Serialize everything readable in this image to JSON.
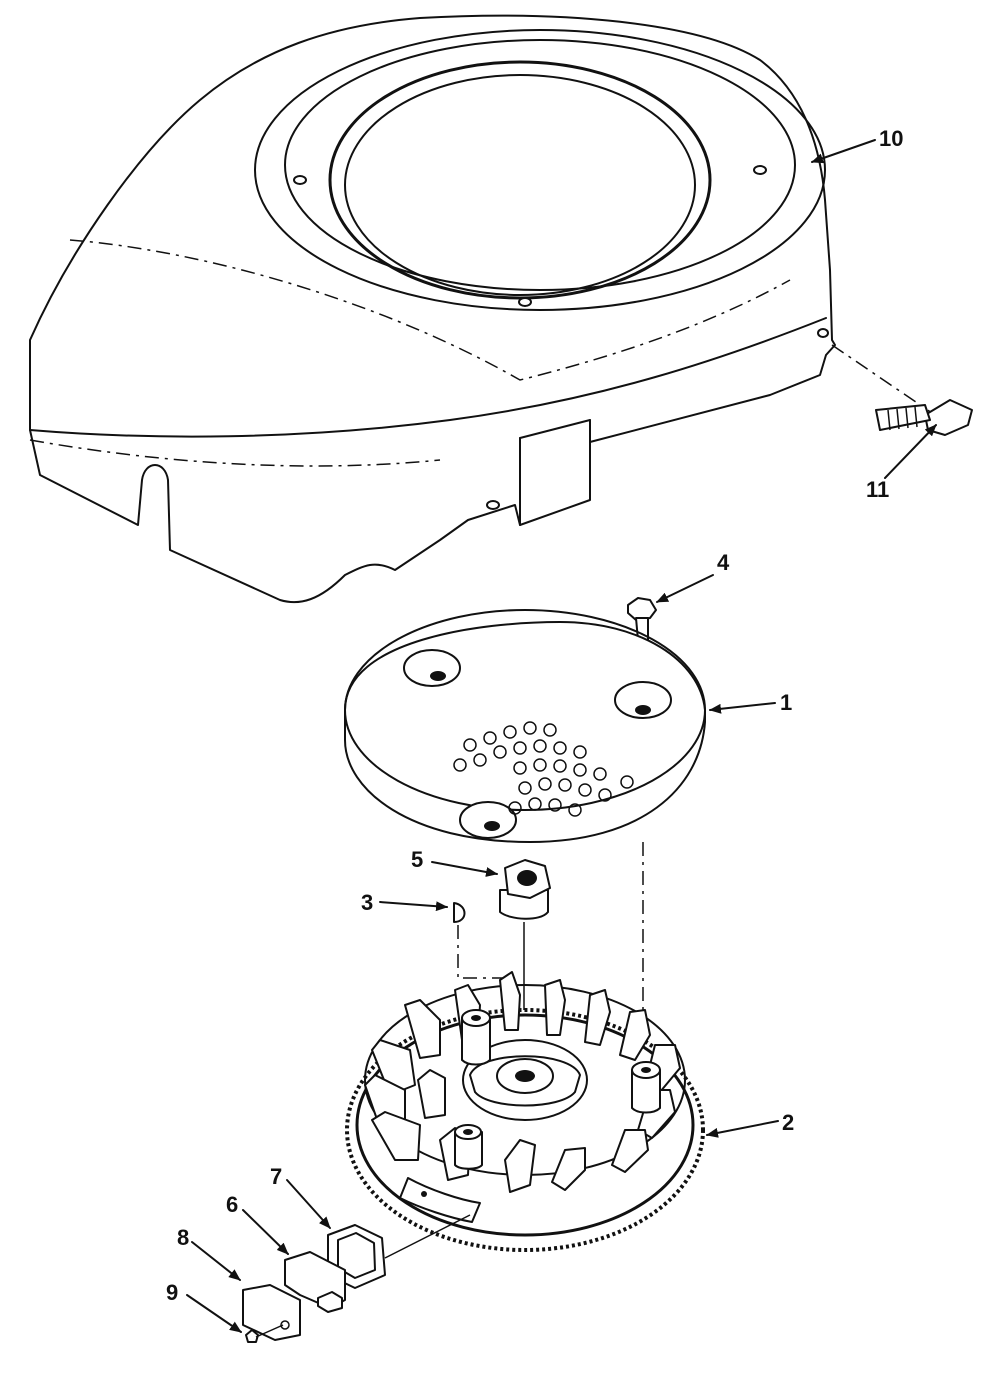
{
  "callouts": {
    "p1": "1",
    "p2": "2",
    "p3": "3",
    "p4": "4",
    "p5": "5",
    "p6": "6",
    "p7": "7",
    "p8": "8",
    "p9": "9",
    "p10": "10",
    "p11": "11"
  },
  "parts": [
    {
      "callout": "10",
      "icon": "blower-housing"
    },
    {
      "callout": "11",
      "icon": "bolt"
    },
    {
      "callout": "4",
      "icon": "screw"
    },
    {
      "callout": "1",
      "icon": "rotating-screen"
    },
    {
      "callout": "5",
      "icon": "flywheel-nut"
    },
    {
      "callout": "3",
      "icon": "flywheel-key"
    },
    {
      "callout": "2",
      "icon": "flywheel"
    },
    {
      "callout": "7",
      "icon": "brake-bracket"
    },
    {
      "callout": "6",
      "icon": "brake-pad"
    },
    {
      "callout": "8",
      "icon": "brake-plate"
    },
    {
      "callout": "9",
      "icon": "small-screw"
    }
  ]
}
